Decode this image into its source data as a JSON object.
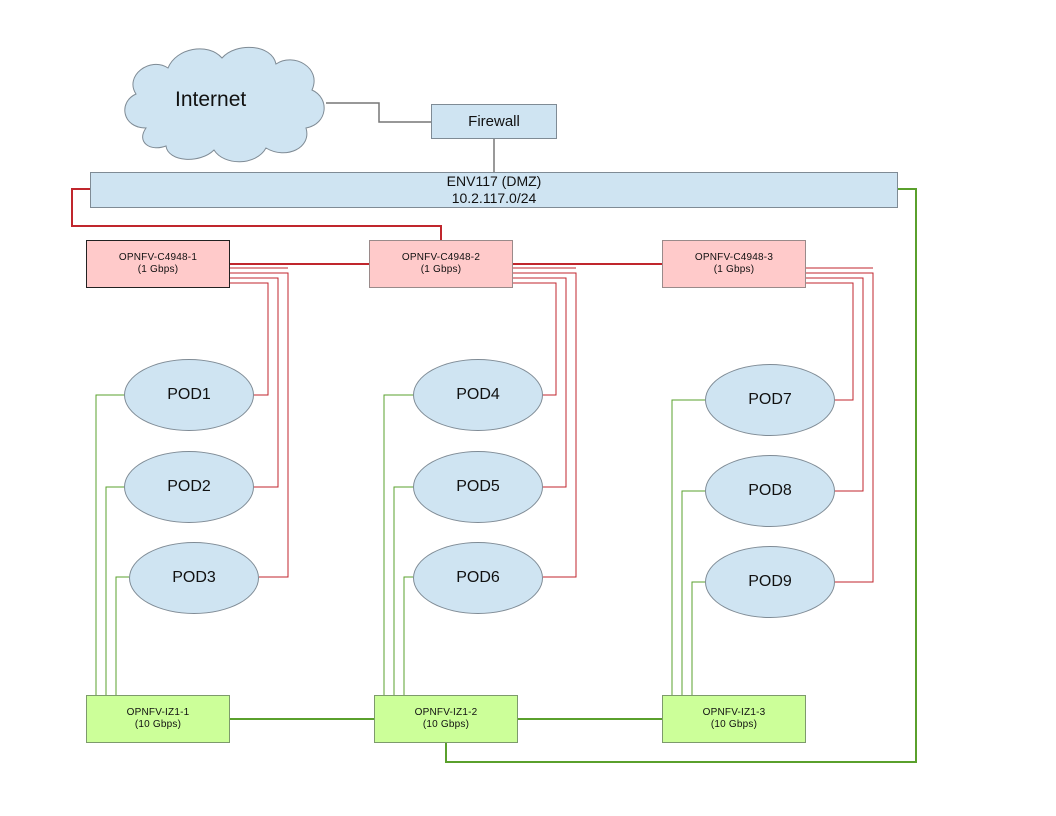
{
  "internet": {
    "label": "Internet"
  },
  "firewall": {
    "label": "Firewall"
  },
  "dmz": {
    "name": "ENV117 (DMZ)",
    "subnet": "10.2.117.0/24"
  },
  "switches_1g": [
    {
      "name": "OPNFV-C4948-1",
      "speed": "(1 Gbps)"
    },
    {
      "name": "OPNFV-C4948-2",
      "speed": "(1 Gbps)"
    },
    {
      "name": "OPNFV-C4948-3",
      "speed": "(1 Gbps)"
    }
  ],
  "switches_10g": [
    {
      "name": "OPNFV-IZ1-1",
      "speed": "(10 Gbps)"
    },
    {
      "name": "OPNFV-IZ1-2",
      "speed": "(10 Gbps)"
    },
    {
      "name": "OPNFV-IZ1-3",
      "speed": "(10 Gbps)"
    }
  ],
  "pods": [
    "POD1",
    "POD2",
    "POD3",
    "POD4",
    "POD5",
    "POD6",
    "POD7",
    "POD8",
    "POD9"
  ],
  "colors": {
    "red_link": "#c0262d",
    "green_link": "#5aa02c",
    "gray_link": "#777777"
  }
}
